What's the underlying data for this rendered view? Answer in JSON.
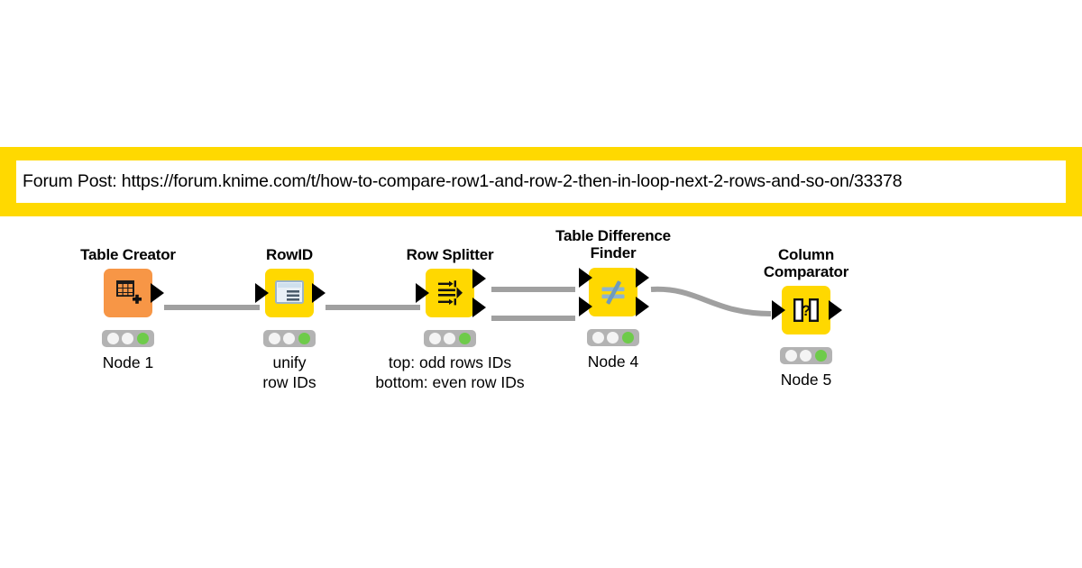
{
  "banner": {
    "label": "Forum Post:",
    "url": "https://forum.knime.com/t/how-to-compare-row1-and-row-2-then-in-loop-next-2-rows-and-so-on/33378",
    "text": "Forum Post: https://forum.knime.com/t/how-to-compare-row1-and-row-2-then-in-loop-next-2-rows-and-so-on/33378",
    "background_color": "#FFD900",
    "field_color": "#FFFFFF"
  },
  "workflow": {
    "node_colors": {
      "source_node": "#F79646",
      "manipulation_node": "#FFD800",
      "status_bar": "#B3B3B3",
      "status_executed": "#6ECB4A",
      "connection": "#A0A0A0"
    },
    "nodes": [
      {
        "id": "node-1",
        "title": "Table Creator",
        "sublabel": "Node 1",
        "icon": "table-create-icon",
        "color": "orange",
        "inputs": 0,
        "outputs": 1,
        "status": "executed"
      },
      {
        "id": "node-2",
        "title": "RowID",
        "sublabel": "unify\nrow IDs",
        "icon": "rowid-table-icon",
        "color": "yellow",
        "inputs": 1,
        "outputs": 1,
        "status": "executed"
      },
      {
        "id": "node-3",
        "title": "Row Splitter",
        "sublabel": "top: odd rows IDs\nbottom: even row IDs",
        "icon": "row-splitter-icon",
        "color": "yellow",
        "inputs": 1,
        "outputs": 2,
        "status": "executed"
      },
      {
        "id": "node-4",
        "title": "Table Difference\nFinder",
        "sublabel": "Node 4",
        "icon": "not-equal-icon",
        "color": "yellow",
        "inputs": 2,
        "outputs": 2,
        "status": "executed"
      },
      {
        "id": "node-5",
        "title": "Column Comparator",
        "sublabel": "Node 5",
        "icon": "column-compare-icon",
        "color": "yellow",
        "inputs": 1,
        "outputs": 1,
        "status": "executed"
      }
    ]
  }
}
